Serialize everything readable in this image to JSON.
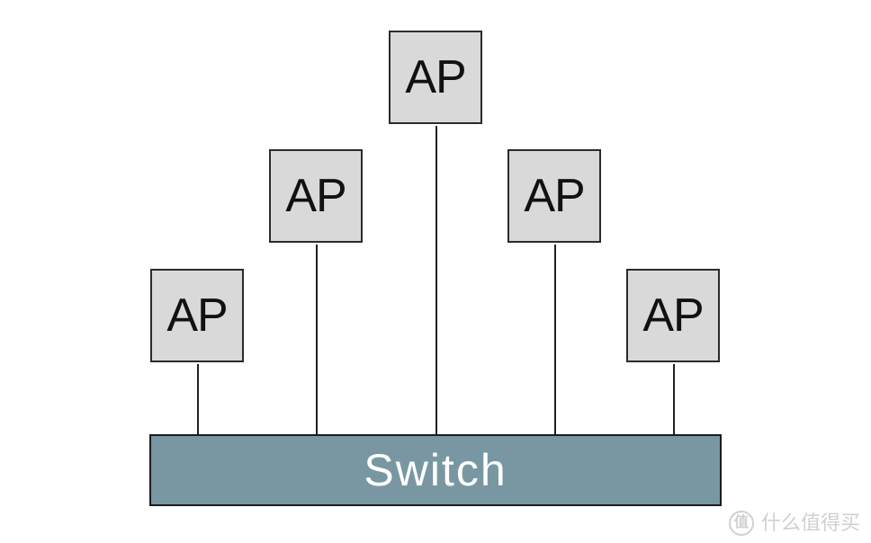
{
  "diagram": {
    "access_points": [
      {
        "label": "AP"
      },
      {
        "label": "AP"
      },
      {
        "label": "AP"
      },
      {
        "label": "AP"
      },
      {
        "label": "AP"
      }
    ],
    "switch": {
      "label": "Switch"
    }
  },
  "watermark": {
    "text": "什么值得买",
    "icon": "value-buy-logo-icon"
  }
}
